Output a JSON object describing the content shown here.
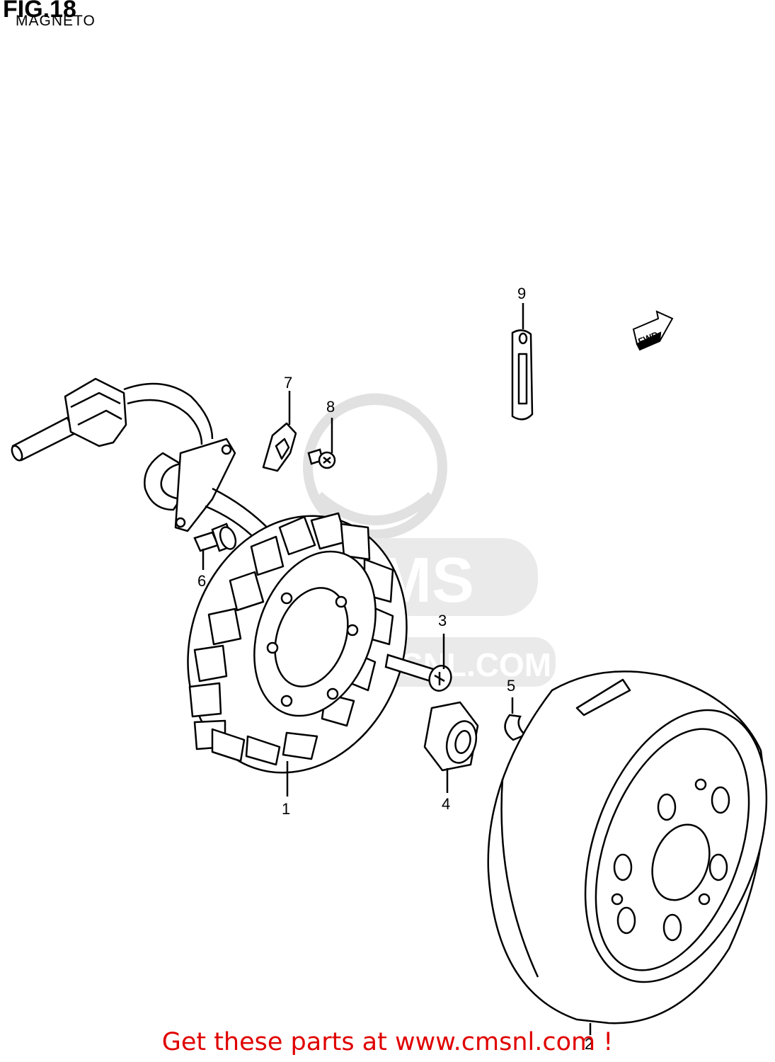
{
  "header": {
    "figure_label": "FIG.18",
    "subtitle": "MAGNETO"
  },
  "callouts": [
    {
      "id": "1",
      "text": "1"
    },
    {
      "id": "2",
      "text": "2"
    },
    {
      "id": "3",
      "text": "3"
    },
    {
      "id": "4",
      "text": "4"
    },
    {
      "id": "5",
      "text": "5"
    },
    {
      "id": "6",
      "text": "6"
    },
    {
      "id": "7",
      "text": "7"
    },
    {
      "id": "8",
      "text": "8"
    },
    {
      "id": "9",
      "text": "9"
    }
  ],
  "direction_arrow": {
    "label": "FWD",
    "icon": "forward-arrow-icon"
  },
  "watermark": {
    "brand": "CMS",
    "url": "WWW.CMSNL.COM",
    "icon": "cms-mascot-logo"
  },
  "footer": {
    "text": "Get these parts at www.cmsnl.com !",
    "color": "#e00000"
  }
}
